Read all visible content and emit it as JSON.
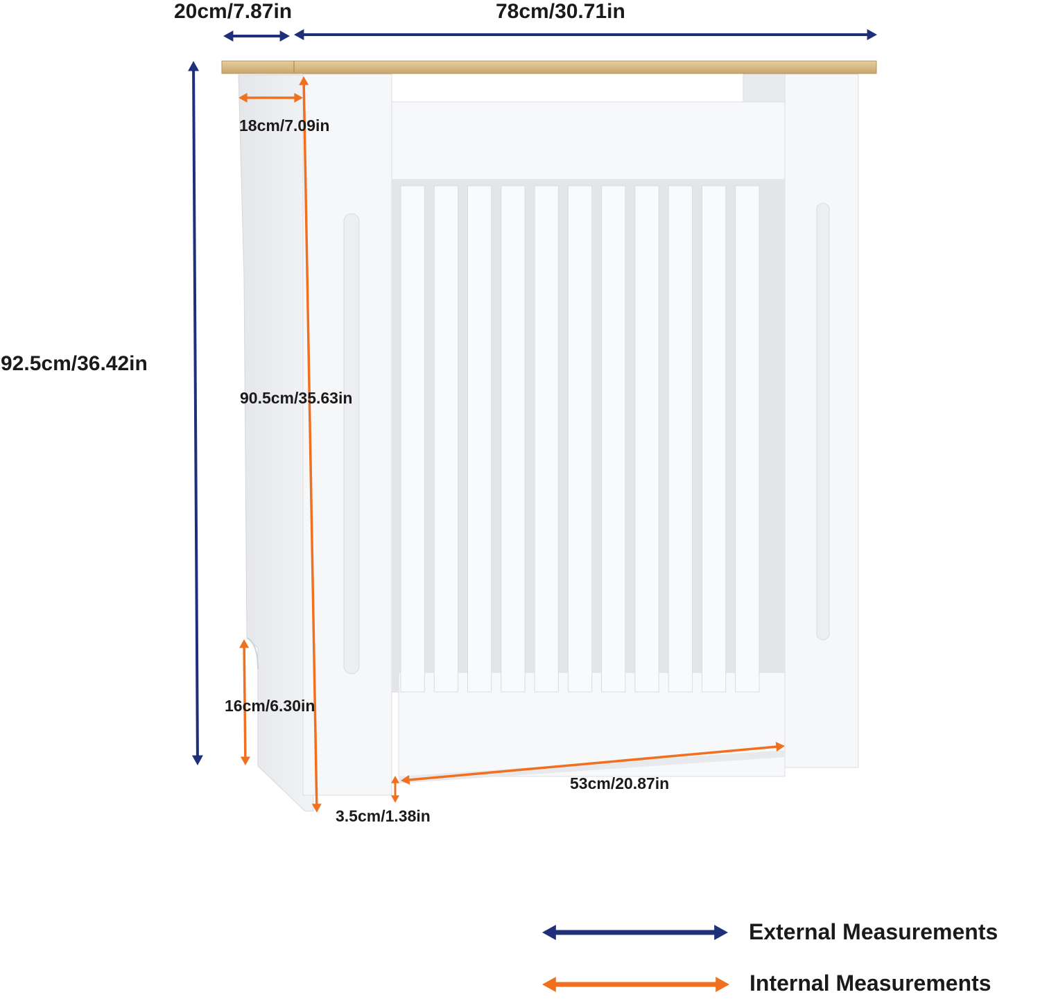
{
  "colors": {
    "external": "#1f2f7a",
    "internal": "#f07020",
    "wood": "#d8b883",
    "panel": "#f3f4f6"
  },
  "product": {
    "name": "radiator cover",
    "slat_count": 11
  },
  "measurements": {
    "external": {
      "depth": "20cm/7.87in",
      "width": "78cm/30.71in",
      "height": "92.5cm/36.42in"
    },
    "internal": {
      "depth": "18cm/7.09in",
      "height": "90.5cm/35.63in",
      "foot_cutout_height": "16cm/6.30in",
      "inner_width": "53cm/20.87in",
      "bottom_clearance": "3.5cm/1.38in"
    }
  },
  "legend": {
    "external_label": "External Measurements",
    "internal_label": "Internal Measurements"
  }
}
